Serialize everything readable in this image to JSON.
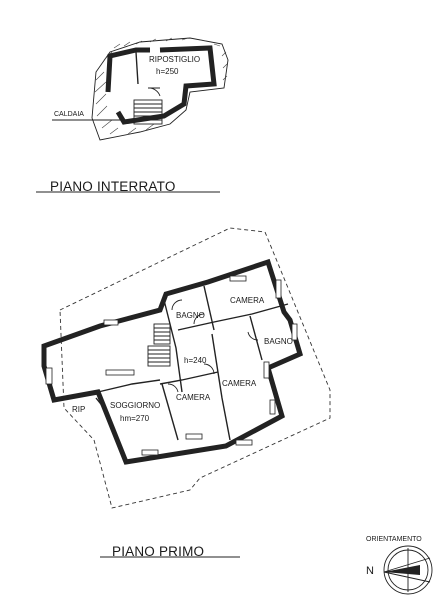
{
  "basement": {
    "title": "PIANO INTERRATO",
    "rooms": [
      {
        "name": "RIPOSTIGLIO",
        "detail": "h=250"
      }
    ],
    "tags": {
      "boiler": "CALDAIA"
    }
  },
  "first_floor": {
    "title": "PIANO PRIMO",
    "rooms": [
      {
        "name": "CAMERA"
      },
      {
        "name": "BAGNO"
      },
      {
        "name": "BAGNO"
      },
      {
        "name": "CAMERA"
      },
      {
        "name": "CAMERA"
      },
      {
        "name": "SOGGIORNO",
        "detail": "hm=270"
      },
      {
        "name": "RIP"
      }
    ],
    "tags": {
      "corridor_height": "h=240"
    }
  },
  "orientation": {
    "title": "ORIENTAMENTO",
    "north": "N"
  }
}
